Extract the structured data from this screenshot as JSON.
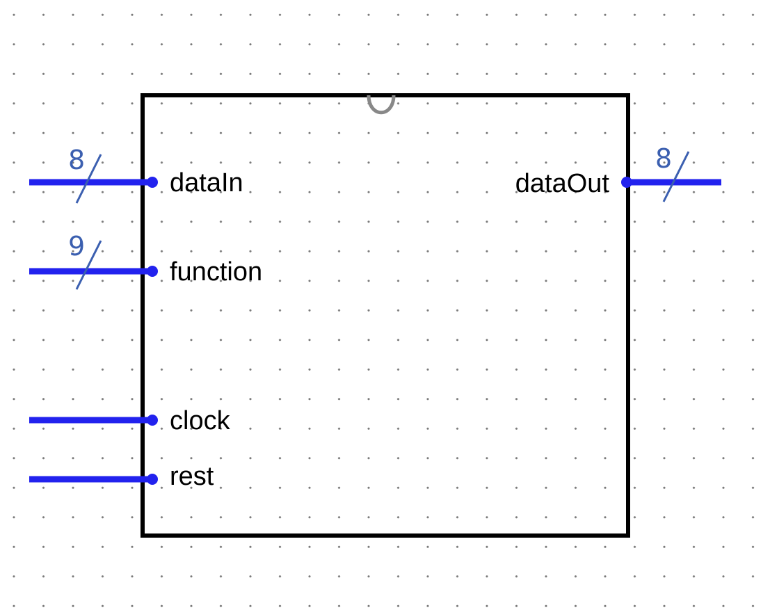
{
  "component": {
    "inputs": [
      {
        "name": "dataIn",
        "bus_width": "8"
      },
      {
        "name": "function",
        "bus_width": "9"
      },
      {
        "name": "clock",
        "bus_width": null
      },
      {
        "name": "rest",
        "bus_width": null
      }
    ],
    "outputs": [
      {
        "name": "dataOut",
        "bus_width": "8"
      }
    ]
  },
  "colors": {
    "wire": "#2222ee",
    "bus_annotation": "#3b5fb0",
    "box_outline": "#000000",
    "notch": "#888888",
    "grid_dot": "#7a7a7a",
    "background": "#ffffff"
  }
}
